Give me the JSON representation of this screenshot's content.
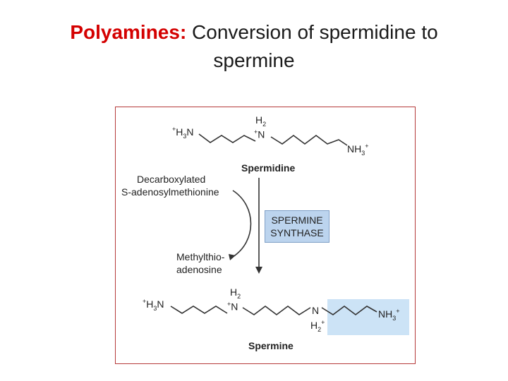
{
  "title": {
    "keyword": "Polyamines:",
    "rest": " Conversion of spermidine to",
    "line2": "spermine"
  },
  "diagram": {
    "spermidine_label": "Spermidine",
    "spermine_label": "Spermine",
    "donor_line1": "Decarboxylated",
    "donor_line2": "S-adenosylmethionine",
    "byproduct_line1": "Methylthio-",
    "byproduct_line2": "adenosine",
    "enzyme_line1": "SPERMINE",
    "enzyme_line2": "SYNTHASE",
    "groups": {
      "h3n": "H3N",
      "n": "N",
      "h2": "H2",
      "nh3": "NH3",
      "plus": "+"
    },
    "colors": {
      "title_keyword": "#d40000",
      "frame": "#b53a3a",
      "enzyme_box": "#bcd4ee",
      "highlight": "#cce3f6"
    }
  }
}
